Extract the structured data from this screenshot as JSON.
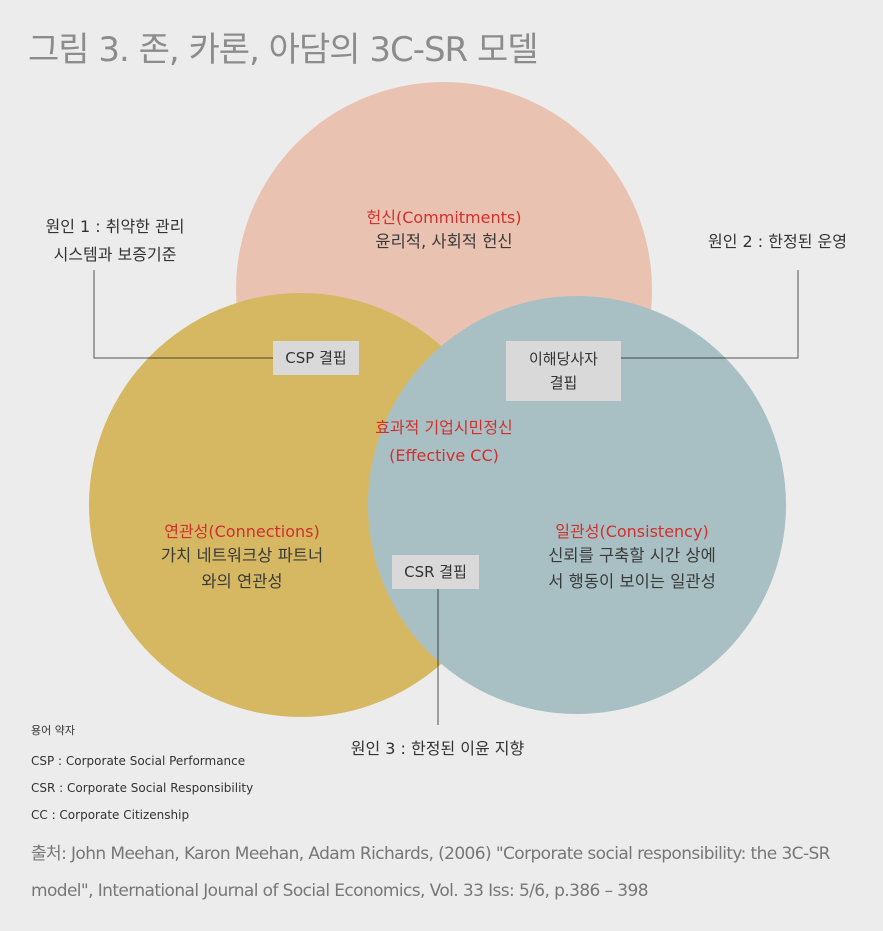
{
  "title": "그림 3. 존, 카론, 아담의 3C-SR 모델",
  "circles": {
    "commitments": {
      "heading": "헌신(Commitments)",
      "desc_lines": [
        "윤리적, 사회적 헌신"
      ],
      "color": "#fcd2bf"
    },
    "connections": {
      "heading": "연관성(Connections)",
      "desc_lines": [
        "가치 네트워크상 파트너",
        "와의 연관성"
      ],
      "color": "#e8c76b"
    },
    "consistency": {
      "heading": "일관성(Consistency)",
      "desc_lines": [
        "신뢰를 구축할 시간 상에",
        "서 행동이 보이는 일관성"
      ],
      "color": "#b6d0d3"
    }
  },
  "center": {
    "line1": "효과적 기업시민정신",
    "line2": "(Effective CC)"
  },
  "gaps": {
    "csp": "CSP 결핍",
    "stakeholder": [
      "이해당사자",
      "결핍"
    ],
    "csr": "CSR 결핍"
  },
  "causes": {
    "cause1": [
      "원인 1 : 취약한 관리",
      "시스템과 보증기준"
    ],
    "cause2": "원인 2 : 한정된 운영",
    "cause3": "원인 3 : 한정된 이윤 지향"
  },
  "legend": {
    "heading": "용어 약자",
    "items": [
      "CSP : Corporate Social Performance",
      "CSR : Corporate Social Responsibility",
      "CC : Corporate Citizenship"
    ]
  },
  "source": "출처: John Meehan, Karon Meehan, Adam Richards, (2006) \"Corporate social responsibility: the 3C-SR model\", International Journal of Social Economics, Vol. 33 Iss: 5/6, p.386 – 398"
}
